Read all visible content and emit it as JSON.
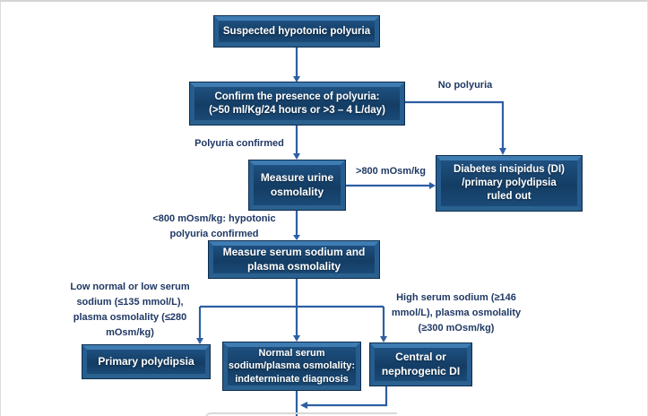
{
  "diagram": {
    "title": "Hypotonic polyuria diagnostic flowchart",
    "colors": {
      "box_fill": "#163f68",
      "box_bevel_top": "#3e7cb2",
      "box_bevel_side": "#275c8e",
      "box_bevel_bottom": "#2a618f",
      "box_text": "#ffffff",
      "arrow": "#2e5ea3",
      "label_text": "#1f3864",
      "canvas_border": "#d4d4d4"
    },
    "nodes": {
      "suspected": "Suspected hypotonic polyuria",
      "confirm": "Confirm the presence of polyuria:\n(>50 ml/Kg/24 hours or >3 – 4 L/day)",
      "urine": "Measure urine\nosmolality",
      "di_ruled_out": "Diabetes insipidus (DI)\n/primary polydipsia\nruled out",
      "serum": "Measure serum sodium and\nplasma osmolality",
      "primary_polydipsia": "Primary polydipsia",
      "indeterminate": "Normal serum\nsodium/plasma osmolality:\nindeterminate diagnosis",
      "central_nephrogenic": "Central or\nnephrogenic DI"
    },
    "edge_labels": {
      "no_polyuria": "No polyuria",
      "polyuria_confirmed": "Polyuria confirmed",
      "gt_800": ">800 mOsm/kg",
      "lt_800": "<800 mOsm/kg: hypotonic\npolyuria confirmed",
      "low_sodium": "Low normal or low serum\nsodium (≤135 mmol/L),\nplasma osmolality (≤280\nmOsm/kg)",
      "high_sodium": "High serum sodium (≥146\nmmol/L), plasma osmolality\n(≥300 mOsm/kg)"
    }
  }
}
